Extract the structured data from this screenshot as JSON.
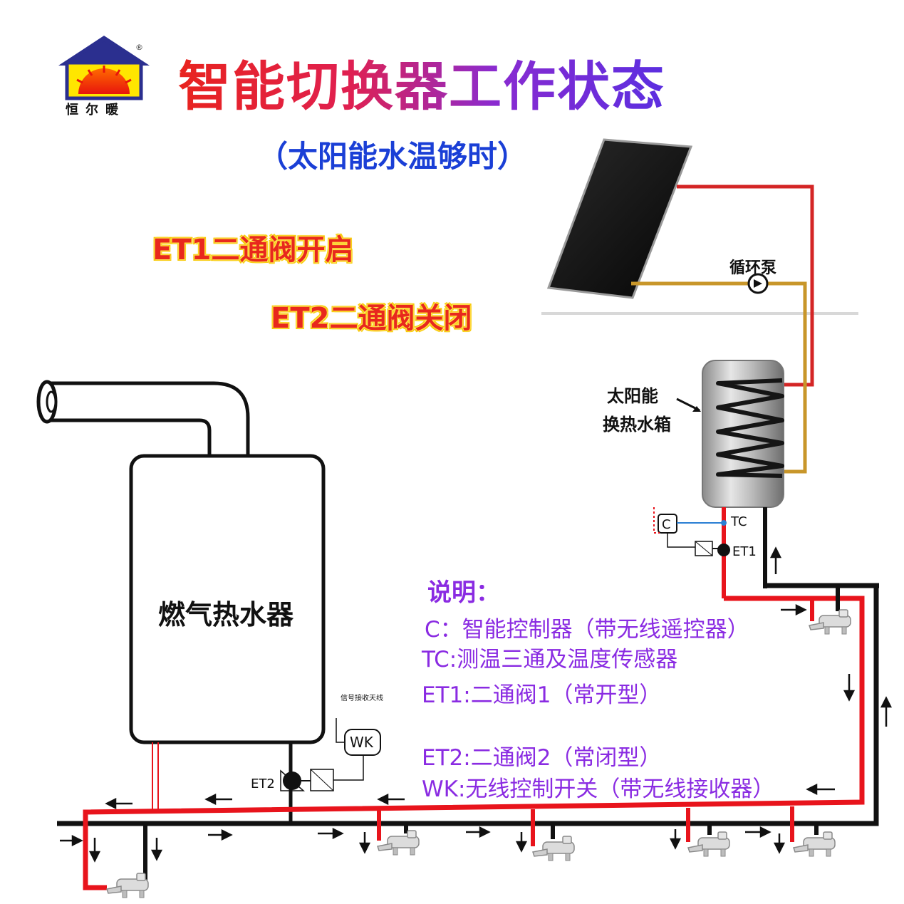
{
  "title": "智能切换器工作状态",
  "subtitle": "（太阳能水温够时）",
  "logo": {
    "text": "恒尔暖",
    "registered": "®"
  },
  "status_lines": [
    "ET1二通阀开启",
    "ET2二通阀关闭"
  ],
  "labels": {
    "gas_heater": "燃气热水器",
    "solar_tank_line1": "太阳能",
    "solar_tank_line2": "换热水箱",
    "pump": "循环泵",
    "tc": "TC",
    "et1": "ET1",
    "et2": "ET2",
    "c": "C",
    "wk": "WK",
    "antenna": "信号接收天线"
  },
  "legend": {
    "title": "说明：",
    "items": [
      "C：智能控制器（带无线遥控器）",
      "TC:测温三通及温度传感器",
      "ET1:二通阀1（常开型）",
      "ET2:二通阀2（常闭型）",
      "WK:无线控制开关（带无线接收器）"
    ]
  },
  "colors": {
    "hot_pipe": "#e8141c",
    "cold_pipe": "#111111",
    "solar_loop_hot": "#d42525",
    "solar_loop_return": "#c8962a",
    "legend_text": "#8a2be2",
    "subtitle": "#1a3fd6",
    "status_text": "#e8281d",
    "status_glow": "#ffe04a"
  },
  "icons": [
    "house-logo-icon",
    "solar-panel-icon",
    "pump-icon",
    "faucet-icon",
    "valve-icon",
    "flow-arrow-icon"
  ]
}
